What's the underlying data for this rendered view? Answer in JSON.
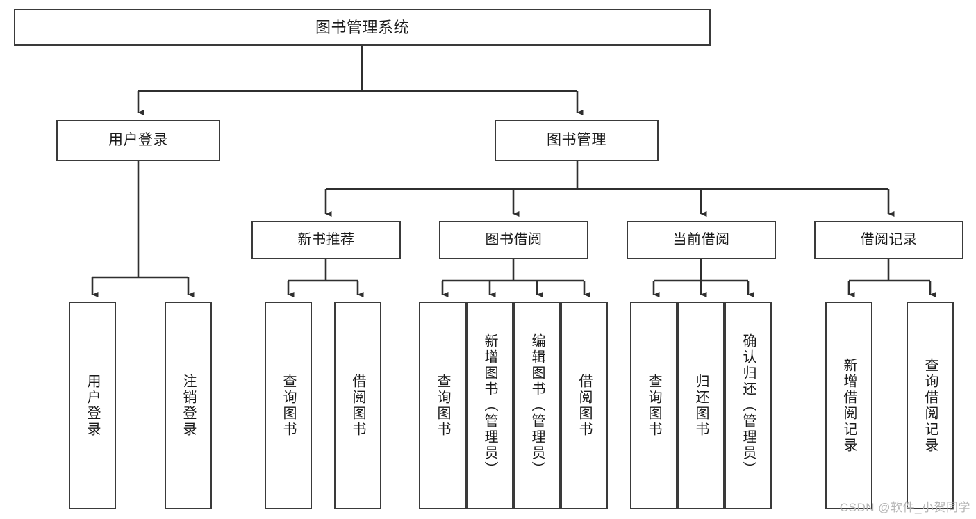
{
  "diagram": {
    "title": "图书管理系统",
    "watermark": "CSDN @软件_小贺同学",
    "colors": {
      "background": "#ffffff",
      "box_border": "#3a3a3a",
      "box_fill": "#ffffff",
      "text": "#1a1a1a",
      "connector": "#2f2f2f",
      "watermark": "#b6b6b6"
    },
    "root": {
      "label": "图书管理系统"
    },
    "level2": [
      {
        "label": "用户登录"
      },
      {
        "label": "图书管理"
      }
    ],
    "level3": [
      {
        "label": "新书推荐"
      },
      {
        "label": "图书借阅"
      },
      {
        "label": "当前借阅"
      },
      {
        "label": "借阅记录"
      }
    ],
    "leaves": {
      "user_login": [
        {
          "label": "用户登录"
        },
        {
          "label": "注销登录"
        }
      ],
      "new_book": [
        {
          "label": "查询图书"
        },
        {
          "label": "借阅图书"
        }
      ],
      "book_borrow": [
        {
          "label": "查询图书"
        },
        {
          "label": "新增图书（管理员）"
        },
        {
          "label": "编辑图书（管理员）"
        },
        {
          "label": "借阅图书"
        }
      ],
      "current_borrow": [
        {
          "label": "查询图书"
        },
        {
          "label": "归还图书"
        },
        {
          "label": "确认归还（管理员）"
        }
      ],
      "borrow_record": [
        {
          "label": "新增借阅记录"
        },
        {
          "label": "查询借阅记录"
        }
      ]
    }
  }
}
